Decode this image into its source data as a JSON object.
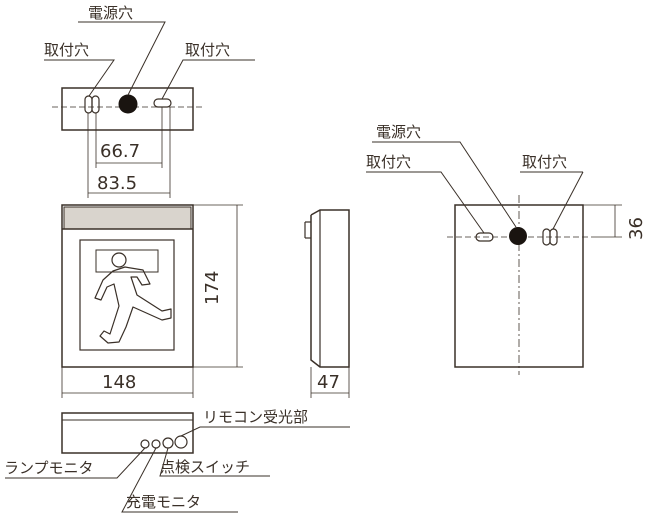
{
  "labels": {
    "power_hole": "電源穴",
    "mount_hole": "取付穴",
    "remote_receiver": "リモコン受光部",
    "lamp_monitor": "ランプモニタ",
    "test_switch": "点検スイッチ",
    "charge_monitor": "充電モニタ"
  },
  "dimensions": {
    "hole_pitch_inner": "66.7",
    "hole_pitch_outer": "83.5",
    "height": "174",
    "width": "148",
    "depth": "47",
    "hole_offset": "36"
  },
  "colors": {
    "line": "#3a3028",
    "fill": "#ffffff"
  }
}
